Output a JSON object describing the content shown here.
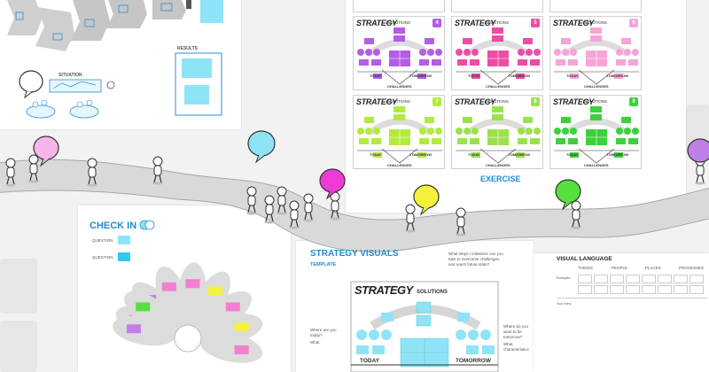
{
  "check_in": {
    "title": "CHECK IN",
    "q1": "QUESTION",
    "q2": "QUESTION"
  },
  "strategy_visuals": {
    "title": "STRATEGY VISUALS",
    "subtitle": "TEMPLATE",
    "heading": "STRATEGY",
    "solutions": "SOLUTIONS",
    "today": "TODAY",
    "tomorrow": "TOMORROW",
    "q_steps": "What steps / initiatives can you take to overcome challenges and reach future state?",
    "q_today": "Where are you today?",
    "q_what": "What",
    "q_tomorrow": "Where do you want to be tomorrow?",
    "q_char": "What characteristics"
  },
  "exercise": {
    "label": "EXERCISE"
  },
  "visual_language": {
    "title": "VISUAL LANGUAGE",
    "cols": [
      "THINGS",
      "PEOPLE",
      "PLACES",
      "PROCESSES"
    ],
    "rows": [
      "Examples",
      "Your icons"
    ]
  },
  "top_left": {
    "situation": "SITUATION",
    "results": "RESULTS"
  },
  "strategy_cards": [
    {
      "title": "STRATEGY",
      "solutions": "SOLUTIONS",
      "number": "4",
      "today": "TODAY",
      "tomorrow": "TOMORROW",
      "challenges": "CHALLENGES",
      "color": "#b45de6"
    },
    {
      "title": "STRATEGY",
      "solutions": "SOLUTIONS",
      "number": "5",
      "today": "TODAY",
      "tomorrow": "TOMORROW",
      "challenges": "CHALLENGES",
      "color": "#ec4ea5"
    },
    {
      "title": "STRATEGY",
      "solutions": "SOLUTIONS",
      "number": "6",
      "today": "TODAY",
      "tomorrow": "TOMORROW",
      "challenges": "CHALLENGES",
      "color": "#f5a5d8"
    },
    {
      "title": "STRATEGY",
      "solutions": "SOLUTIONS",
      "number": "7",
      "today": "TODAY",
      "tomorrow": "TOMORROW",
      "challenges": "CHALLENGES",
      "color": "#b3ea3d"
    },
    {
      "title": "STRATEGY",
      "solutions": "SOLUTIONS",
      "number": "8",
      "today": "TODAY",
      "tomorrow": "TOMORROW",
      "challenges": "CHALLENGES",
      "color": "#9be24a"
    },
    {
      "title": "STRATEGY",
      "solutions": "SOLUTIONS",
      "number": "9",
      "today": "TODAY",
      "tomorrow": "TOMORROW",
      "challenges": "CHALLENGES",
      "color": "#3cd13c"
    }
  ],
  "colors": {
    "accent_blue": "#1f8ecf",
    "sticky_cyan": "#8fe3f7",
    "sticky_pink": "#f27fd0",
    "sticky_magenta": "#ef3bd6",
    "sticky_yellow": "#f4f23b",
    "sticky_purple": "#c07fe6",
    "sticky_green": "#55e03c",
    "road_gray": "#d7d7d7"
  }
}
